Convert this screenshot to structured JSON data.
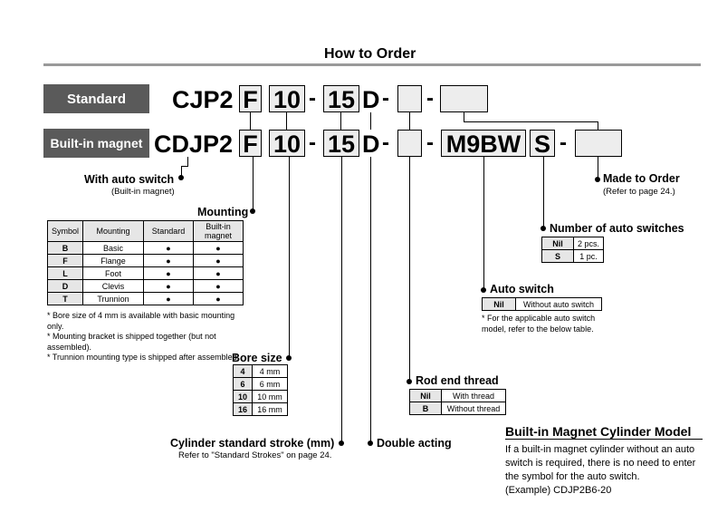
{
  "title": "How to Order",
  "rows": {
    "standard": {
      "label": "Standard",
      "prefix": "CJP2"
    },
    "builtin": {
      "label": "Built-in magnet",
      "prefix": "CDJP2"
    }
  },
  "code": {
    "mounting": "F",
    "bore": "10",
    "stroke": "15",
    "action": "D",
    "dash": "-",
    "switch": "M9BW",
    "count": "S"
  },
  "with_switch": {
    "label": "With auto switch",
    "sub": "(Built-in magnet)"
  },
  "mounting": {
    "label": "Mounting",
    "headers": [
      "Symbol",
      "Mounting",
      "Standard",
      "Built-in magnet"
    ],
    "rows": [
      {
        "symbol": "B",
        "name": "Basic",
        "std": "●",
        "mag": "●"
      },
      {
        "symbol": "F",
        "name": "Flange",
        "std": "●",
        "mag": "●"
      },
      {
        "symbol": "L",
        "name": "Foot",
        "std": "●",
        "mag": "●"
      },
      {
        "symbol": "D",
        "name": "Clevis",
        "std": "●",
        "mag": "●"
      },
      {
        "symbol": "T",
        "name": "Trunnion",
        "std": "●",
        "mag": "●"
      }
    ],
    "notes": [
      "* Bore size of 4 mm is available with basic mounting only.",
      "* Mounting bracket is shipped together (but not assembled).",
      "* Trunnion mounting type is shipped after assembled."
    ]
  },
  "bore_size": {
    "label": "Bore size",
    "rows": [
      {
        "code": "4",
        "value": "4 mm"
      },
      {
        "code": "6",
        "value": "6 mm"
      },
      {
        "code": "10",
        "value": "10 mm"
      },
      {
        "code": "16",
        "value": "16 mm"
      }
    ]
  },
  "stroke": {
    "label": "Cylinder standard stroke (mm)",
    "sub": "Refer to \"Standard Strokes\" on page 24."
  },
  "double_acting": {
    "label": "Double acting"
  },
  "rod_end": {
    "label": "Rod end thread",
    "rows": [
      {
        "code": "Nil",
        "value": "With thread"
      },
      {
        "code": "B",
        "value": "Without thread"
      }
    ]
  },
  "auto_switch": {
    "label": "Auto switch",
    "rows": [
      {
        "code": "Nil",
        "value": "Without auto switch"
      }
    ],
    "note": "* For the applicable auto switch model, refer to the below table."
  },
  "num_switches": {
    "label": "Number of auto switches",
    "rows": [
      {
        "code": "Nil",
        "value": "2 pcs."
      },
      {
        "code": "S",
        "value": "1 pc."
      }
    ]
  },
  "made_to_order": {
    "label": "Made to Order",
    "sub": "(Refer to page 24.)"
  },
  "model": {
    "heading": "Built-in Magnet Cylinder Model",
    "text": "If a built-in magnet cylinder without an auto switch is required, there is no need to enter the symbol for the auto switch.",
    "example": "(Example) CDJP2B6-20"
  }
}
